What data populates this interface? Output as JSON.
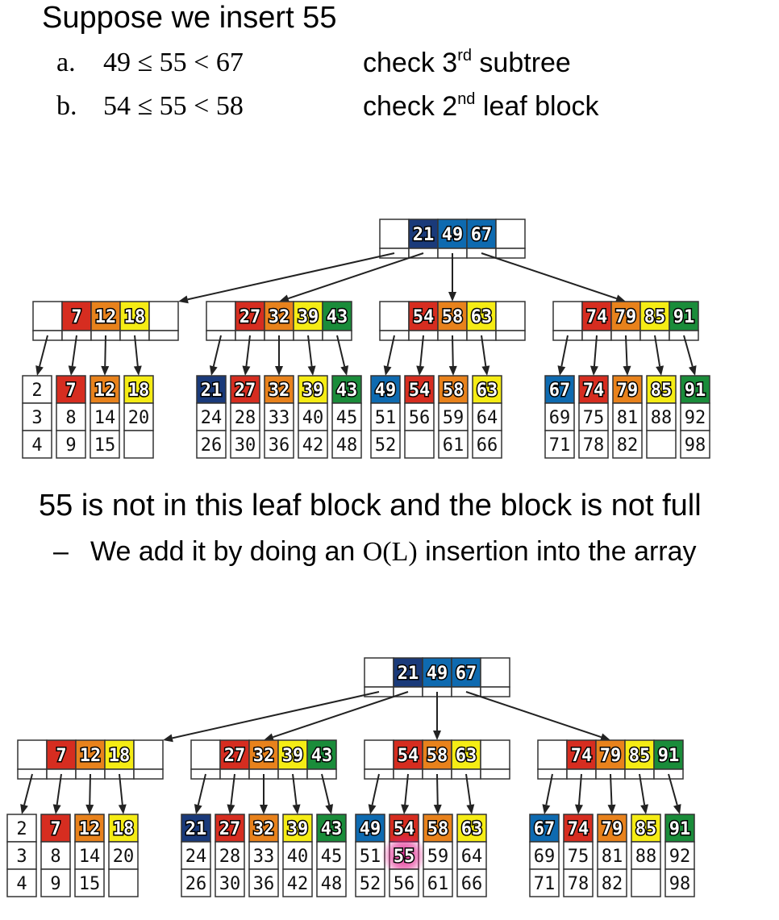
{
  "title": "Suppose we insert 55",
  "steps": [
    {
      "label": "a.",
      "inequality": "49 ≤ 55 < 67",
      "note_pre": "check 3",
      "note_sup": "rd",
      "note_post": " subtree"
    },
    {
      "label": "b.",
      "inequality": "54 ≤ 55 < 58",
      "note_pre": "check 2",
      "note_sup": "nd",
      "note_post": " leaf block"
    }
  ],
  "heading2": "55 is not in this leaf block and the block is not full",
  "bullet": {
    "dash": "–",
    "pre": "We add it by doing an ",
    "math": "O(L)",
    "post": " insertion into the array"
  },
  "colors": {
    "navy": "#1a3a7a",
    "blue": "#0e6ab0",
    "red": "#d62d20",
    "orange": "#e8821c",
    "yellow": "#f5ec15",
    "green": "#1a8c3a",
    "inserted": "#e0208c"
  },
  "trees": [
    {
      "name": "before-insert",
      "root": {
        "keys": [
          "21",
          "49",
          "67"
        ],
        "key_colors": [
          "navy",
          "blue",
          "blue"
        ]
      },
      "internal_nodes": [
        {
          "keys": [
            "7",
            "12",
            "18"
          ],
          "key_colors": [
            "red",
            "orange",
            "yellow"
          ]
        },
        {
          "keys": [
            "27",
            "32",
            "39",
            "43"
          ],
          "key_colors": [
            "red",
            "orange",
            "yellow",
            "green"
          ]
        },
        {
          "keys": [
            "54",
            "58",
            "63"
          ],
          "key_colors": [
            "red",
            "orange",
            "yellow"
          ]
        },
        {
          "keys": [
            "74",
            "79",
            "85",
            "91"
          ],
          "key_colors": [
            "red",
            "orange",
            "yellow",
            "green"
          ]
        }
      ],
      "leaf_groups": [
        {
          "leaves": [
            {
              "items": [
                "2",
                "3",
                "4"
              ],
              "head_color": ""
            },
            {
              "items": [
                "7",
                "8",
                "9"
              ],
              "head_color": "red"
            },
            {
              "items": [
                "12",
                "14",
                "15"
              ],
              "head_color": "orange"
            },
            {
              "items": [
                "18",
                "20",
                ""
              ],
              "head_color": "yellow"
            }
          ]
        },
        {
          "leaves": [
            {
              "items": [
                "21",
                "24",
                "26"
              ],
              "head_color": "navy"
            },
            {
              "items": [
                "27",
                "28",
                "30"
              ],
              "head_color": "red"
            },
            {
              "items": [
                "32",
                "33",
                "36"
              ],
              "head_color": "orange"
            },
            {
              "items": [
                "39",
                "40",
                "42"
              ],
              "head_color": "yellow"
            },
            {
              "items": [
                "43",
                "45",
                "48"
              ],
              "head_color": "green"
            }
          ]
        },
        {
          "leaves": [
            {
              "items": [
                "49",
                "51",
                "52"
              ],
              "head_color": "blue"
            },
            {
              "items": [
                "54",
                "56",
                ""
              ],
              "head_color": "red"
            },
            {
              "items": [
                "58",
                "59",
                "61"
              ],
              "head_color": "orange"
            },
            {
              "items": [
                "63",
                "64",
                "66"
              ],
              "head_color": "yellow"
            }
          ]
        },
        {
          "leaves": [
            {
              "items": [
                "67",
                "69",
                "71"
              ],
              "head_color": "blue"
            },
            {
              "items": [
                "74",
                "75",
                "78"
              ],
              "head_color": "red"
            },
            {
              "items": [
                "79",
                "81",
                "82"
              ],
              "head_color": "orange"
            },
            {
              "items": [
                "85",
                "88",
                ""
              ],
              "head_color": "yellow"
            },
            {
              "items": [
                "91",
                "92",
                "98"
              ],
              "head_color": "green"
            }
          ]
        }
      ]
    },
    {
      "name": "after-insert",
      "root": {
        "keys": [
          "21",
          "49",
          "67"
        ],
        "key_colors": [
          "navy",
          "blue",
          "blue"
        ]
      },
      "internal_nodes": [
        {
          "keys": [
            "7",
            "12",
            "18"
          ],
          "key_colors": [
            "red",
            "orange",
            "yellow"
          ]
        },
        {
          "keys": [
            "27",
            "32",
            "39",
            "43"
          ],
          "key_colors": [
            "red",
            "orange",
            "yellow",
            "green"
          ]
        },
        {
          "keys": [
            "54",
            "58",
            "63"
          ],
          "key_colors": [
            "red",
            "orange",
            "yellow"
          ]
        },
        {
          "keys": [
            "74",
            "79",
            "85",
            "91"
          ],
          "key_colors": [
            "red",
            "orange",
            "yellow",
            "green"
          ]
        }
      ],
      "leaf_groups": [
        {
          "leaves": [
            {
              "items": [
                "2",
                "3",
                "4"
              ],
              "head_color": ""
            },
            {
              "items": [
                "7",
                "8",
                "9"
              ],
              "head_color": "red"
            },
            {
              "items": [
                "12",
                "14",
                "15"
              ],
              "head_color": "orange"
            },
            {
              "items": [
                "18",
                "20",
                ""
              ],
              "head_color": "yellow"
            }
          ]
        },
        {
          "leaves": [
            {
              "items": [
                "21",
                "24",
                "26"
              ],
              "head_color": "navy"
            },
            {
              "items": [
                "27",
                "28",
                "30"
              ],
              "head_color": "red"
            },
            {
              "items": [
                "32",
                "33",
                "36"
              ],
              "head_color": "orange"
            },
            {
              "items": [
                "39",
                "40",
                "42"
              ],
              "head_color": "yellow"
            },
            {
              "items": [
                "43",
                "45",
                "48"
              ],
              "head_color": "green"
            }
          ]
        },
        {
          "leaves": [
            {
              "items": [
                "49",
                "51",
                "52"
              ],
              "head_color": "blue"
            },
            {
              "items": [
                "54",
                "55",
                "56"
              ],
              "head_color": "red",
              "highlight_index": 1
            },
            {
              "items": [
                "58",
                "59",
                "61"
              ],
              "head_color": "orange"
            },
            {
              "items": [
                "63",
                "64",
                "66"
              ],
              "head_color": "yellow"
            }
          ]
        },
        {
          "leaves": [
            {
              "items": [
                "67",
                "69",
                "71"
              ],
              "head_color": "blue"
            },
            {
              "items": [
                "74",
                "75",
                "78"
              ],
              "head_color": "red"
            },
            {
              "items": [
                "79",
                "81",
                "82"
              ],
              "head_color": "orange"
            },
            {
              "items": [
                "85",
                "88",
                ""
              ],
              "head_color": "yellow"
            },
            {
              "items": [
                "91",
                "92",
                "98"
              ],
              "head_color": "green"
            }
          ]
        }
      ]
    }
  ]
}
